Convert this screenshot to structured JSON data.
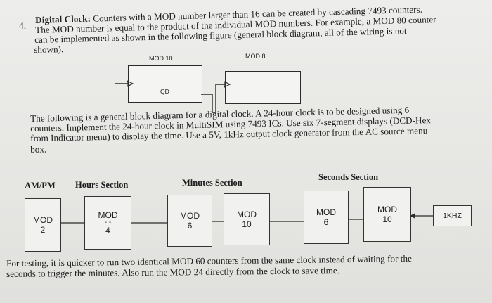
{
  "question": {
    "number": "4.",
    "title": "Digital Clock:",
    "line1_rest": " Counters with a MOD number larger than 16 can be created by cascading 7493 counters.",
    "line2": "The MOD number is equal to the product of the individual MOD numbers. For example, a MOD 80 counter",
    "line3": "can be implemented as shown in the following figure (general block diagram, all of the wiring is not",
    "line4": "shown)."
  },
  "example_figure": {
    "label_left": "MOD 10",
    "label_right": "MOD 8",
    "signal_label": "QD"
  },
  "paragraph": {
    "line1": "The following is a general block diagram for a digital clock. A 24-hour clock is to be designed using 6",
    "line2": "counters. Implement the 24-hour clock in MultiSIM using 7493 ICs. Use six 7-segment displays (DCD-Hex",
    "line3": "from Indicator menu) to display the time. Use a 5V, 1kHz output clock generator from the AC source menu",
    "line4": "box."
  },
  "sections": {
    "ampm": "AM/PM",
    "hours": "Hours Section",
    "minutes": "Minutes Section",
    "seconds": "Seconds Section"
  },
  "blocks": [
    {
      "label": "MOD",
      "value": "2"
    },
    {
      "label": "MOD",
      "value": "4"
    },
    {
      "label": "MOD",
      "value": "6"
    },
    {
      "label": "MOD",
      "value": "10"
    },
    {
      "label": "MOD",
      "value": "6"
    },
    {
      "label": "MOD",
      "value": "10"
    }
  ],
  "clock_source": "1KHZ",
  "footer": {
    "line1": "For testing, it is quicker to run two identical MOD 60 counters from the same clock instead of waiting for the",
    "line2": "seconds to trigger the minutes. Also run the MOD 24 directly from the clock to save time."
  }
}
